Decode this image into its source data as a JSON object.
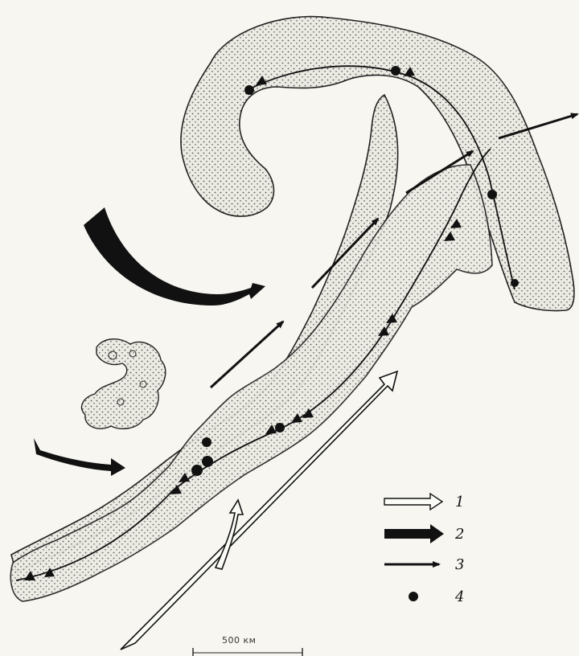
{
  "legend": {
    "items": [
      {
        "number": "1",
        "symbol": "open-arrow-icon"
      },
      {
        "number": "2",
        "symbol": "thick-black-arrow-icon"
      },
      {
        "number": "3",
        "symbol": "thin-line-arrow-icon"
      },
      {
        "number": "4",
        "symbol": "dot-icon"
      }
    ]
  },
  "scale": {
    "label": "500 км"
  },
  "colors": {
    "background": "#f7f6f1",
    "cloud_fill": "#ecebe3",
    "stipple": "#555555",
    "ink": "#111111"
  }
}
